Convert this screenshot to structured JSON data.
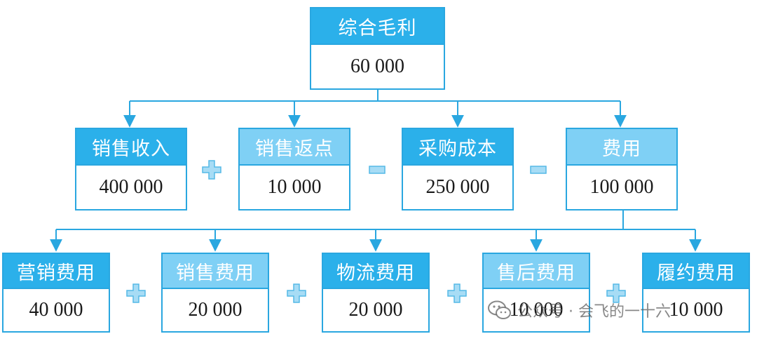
{
  "colors": {
    "line": "#2aa7e0",
    "header_dark": "#2bb0ea",
    "header_light": "#7fd0f5",
    "operator_fill": "#a7dcf5",
    "operator_stroke": "#55b9e6"
  },
  "root": {
    "label": "综合毛利",
    "value": "60 000"
  },
  "level1": [
    {
      "label": "销售收入",
      "value": "400 000"
    },
    {
      "label": "销售返点",
      "value": "10 000"
    },
    {
      "label": "采购成本",
      "value": "250 000"
    },
    {
      "label": "费用",
      "value": "100 000"
    }
  ],
  "level1_operators": [
    "plus",
    "minus",
    "minus"
  ],
  "level2": [
    {
      "label": "营销费用",
      "value": "40 000"
    },
    {
      "label": "销售费用",
      "value": "20 000"
    },
    {
      "label": "物流费用",
      "value": "20 000"
    },
    {
      "label": "售后费用",
      "value": "10 000"
    },
    {
      "label": "履约费用",
      "value": "10 000"
    }
  ],
  "level2_operators": [
    "plus",
    "plus",
    "plus",
    "plus"
  ],
  "watermark": {
    "icon": "wechat-icon",
    "text": "公众号 · 会飞的一十六"
  }
}
